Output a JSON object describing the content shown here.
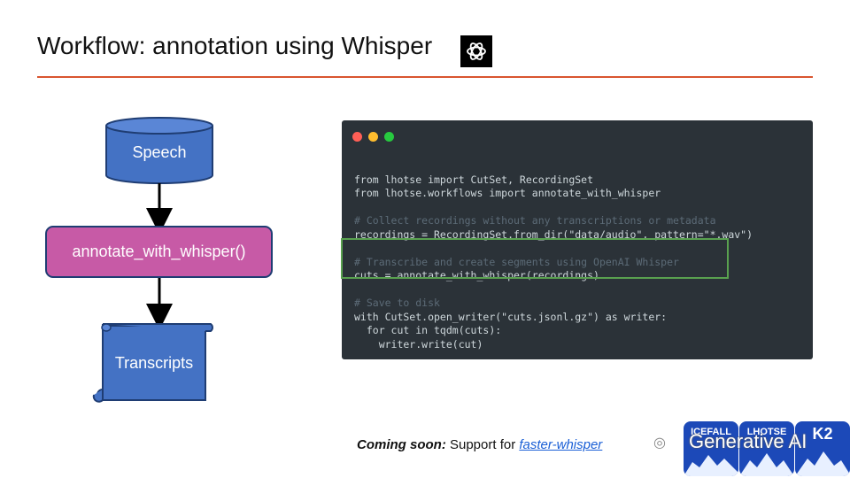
{
  "slide": {
    "title": "Workflow: annotation using Whisper",
    "logo_icon": "openai-logo-icon"
  },
  "flow": {
    "speech": "Speech",
    "annotate": "annotate_with_whisper()",
    "transcripts": "Transcripts",
    "colors": {
      "blue": "#4472c4",
      "magenta": "#c75aa6",
      "outline": "#1f3d73"
    }
  },
  "code": {
    "window_dots": [
      "#ff5f56",
      "#ffbd2e",
      "#27c93f"
    ],
    "lines": {
      "l1": "from lhotse import CutSet, RecordingSet",
      "l2": "from lhotse.workflows import annotate_with_whisper",
      "l3": "# Collect recordings without any transcriptions or metadata",
      "l4": "recordings = RecordingSet.from_dir(\"data/audio\", pattern=\"*.wav\")",
      "l5": "# Transcribe and create segments using OpenAI Whisper",
      "l6": "cuts = annotate_with_whisper(recordings)",
      "l7": "# Save to disk",
      "l8": "with CutSet.open_writer(\"cuts.jsonl.gz\") as writer:",
      "l9": "  for cut in tqdm(cuts):",
      "l10": "    writer.write(cut)"
    }
  },
  "footnote": {
    "lead": "Coming soon:",
    "text": " Support for ",
    "link": "faster-whisper"
  },
  "badges": {
    "b1": "ICEFALL",
    "b2": "LHOTSE",
    "b3": "K2",
    "watermark": "Generative AI"
  }
}
